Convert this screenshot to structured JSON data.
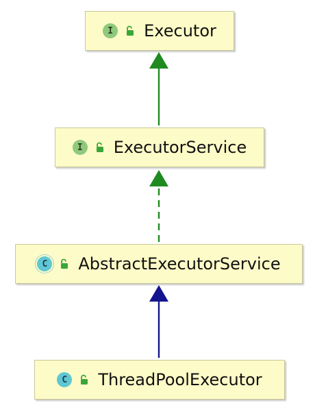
{
  "nodes": [
    {
      "id": "executor",
      "kind": "interface",
      "kind_letter": "I",
      "label": "Executor",
      "visibility_icon": "unlocked-icon"
    },
    {
      "id": "executor-service",
      "kind": "interface",
      "kind_letter": "I",
      "label": "ExecutorService",
      "visibility_icon": "unlocked-icon"
    },
    {
      "id": "abstract-executor-service",
      "kind": "abstract-class",
      "kind_letter": "C",
      "label": "AbstractExecutorService",
      "visibility_icon": "unlocked-icon"
    },
    {
      "id": "thread-pool-executor",
      "kind": "class",
      "kind_letter": "C",
      "label": "ThreadPoolExecutor",
      "visibility_icon": "unlocked-icon"
    }
  ],
  "edges": [
    {
      "from": "executor-service",
      "to": "executor",
      "relation": "extends-interface",
      "style": "solid",
      "color": "#1f8a1f"
    },
    {
      "from": "abstract-executor-service",
      "to": "executor-service",
      "relation": "implements",
      "style": "dashed",
      "color": "#1f8a1f"
    },
    {
      "from": "thread-pool-executor",
      "to": "abstract-executor-service",
      "relation": "extends",
      "style": "solid",
      "color": "#141491"
    }
  ],
  "colors": {
    "node_fill": "#fdfbc7",
    "node_border": "#c9c79a",
    "interface_badge": "#8fc97c",
    "class_badge": "#5fc7d3",
    "lock_icon": "#3aa63a"
  }
}
